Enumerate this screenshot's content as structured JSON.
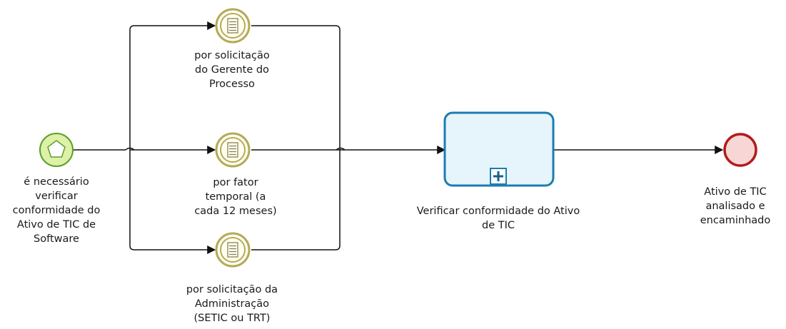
{
  "nodes": {
    "start_event": {
      "type": "start-event-conditional",
      "label": "é necessário\nverificar\nconformidade do\nAtivo de TIC de\nSoftware"
    },
    "event_gerente": {
      "type": "intermediate-event-conditional",
      "label": "por solicitação\ndo Gerente do\nProcesso"
    },
    "event_temporal": {
      "type": "intermediate-event-conditional",
      "label": "por fator\ntemporal (a\ncada 12 meses)"
    },
    "event_admin": {
      "type": "intermediate-event-conditional",
      "label": "por solicitação da\nAdministração\n(SETIC ou TRT)"
    },
    "subprocess": {
      "type": "collapsed-subprocess",
      "label": "Verificar conformidade do Ativo\nde TIC"
    },
    "end_event": {
      "type": "end-event",
      "label": "Ativo de TIC\nanalisado e\nencaminhado"
    }
  },
  "colors": {
    "start_fill": "#dff0a8",
    "start_stroke": "#5aa02c",
    "intermediate_stroke": "#b5a95a",
    "intermediate_fill": "#fffff0",
    "task_fill": "#e6f4fb",
    "task_stroke": "#1a7db0",
    "end_fill": "#f8d6d6",
    "end_stroke": "#b31b1b",
    "flow": "#111111"
  }
}
